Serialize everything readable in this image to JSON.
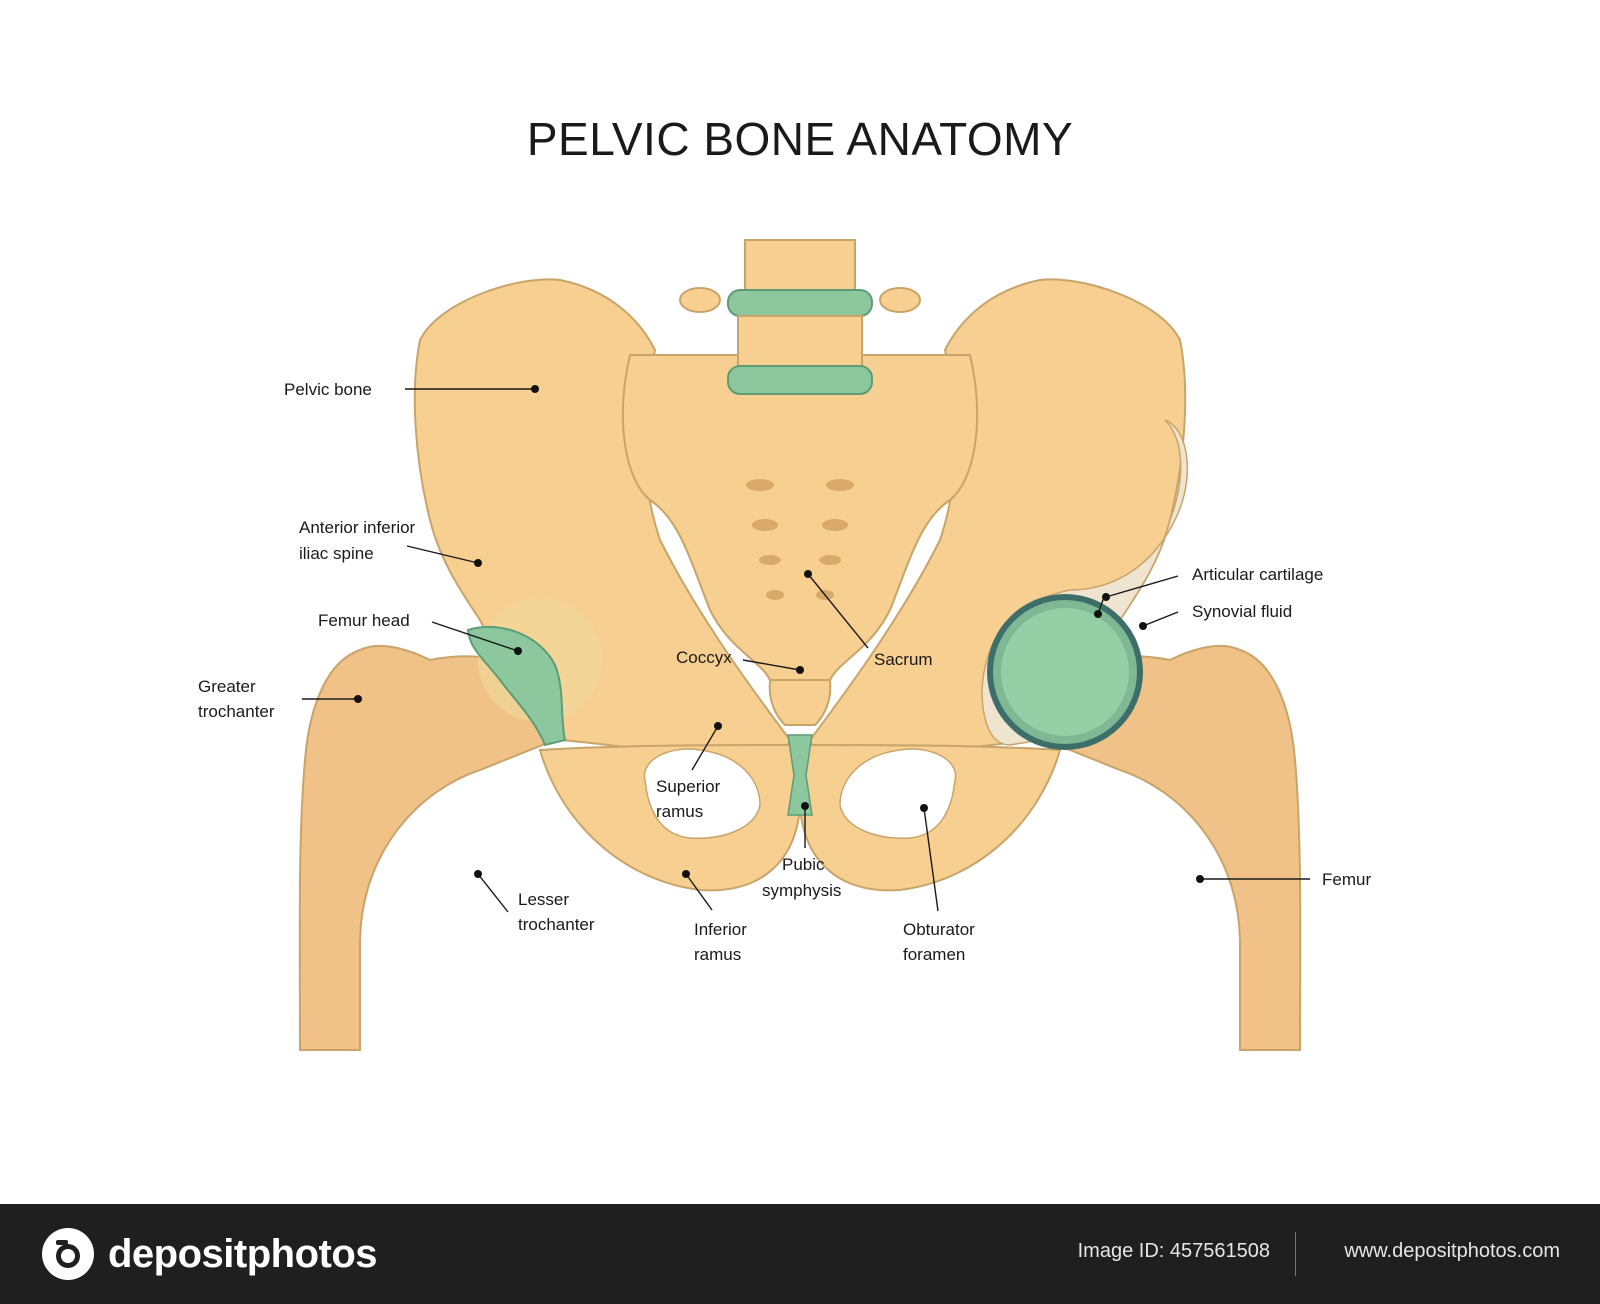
{
  "title": "PELVIC BONE ANATOMY",
  "colors": {
    "bone": "#F7CF90",
    "bone_dark": "#E8B878",
    "bone_edge": "#C9A46A",
    "femur": "#F0C288",
    "cartilage": "#8CC79E",
    "cartilage_dark": "#5E9C78",
    "spongy": "#EFE4CF",
    "footer_bg": "#1F1F1F"
  },
  "labels": {
    "pelvic_bone": "Pelvic bone",
    "ant_inf_iliac_1": "Anterior inferior",
    "ant_inf_iliac_2": "iliac spine",
    "femur_head": "Femur head",
    "greater_troch_1": "Greater",
    "greater_troch_2": "trochanter",
    "lesser_troch_1": "Lesser",
    "lesser_troch_2": "trochanter",
    "coccyx": "Coccyx",
    "sacrum": "Sacrum",
    "superior_ramus_1": "Superior",
    "superior_ramus_2": "ramus",
    "pubic_symphysis_1": "Pubic",
    "pubic_symphysis_2": "symphysis",
    "inferior_ramus_1": "Inferior",
    "inferior_ramus_2": "ramus",
    "obturator_1": "Obturator",
    "obturator_2": "foramen",
    "articular_cartilage": "Articular cartilage",
    "synovial_fluid": "Synovial fluid",
    "femur": "Femur"
  },
  "footer": {
    "brand": "depositphotos",
    "image_id": "Image ID: 457561508",
    "site": "www.depositphotos.com"
  }
}
